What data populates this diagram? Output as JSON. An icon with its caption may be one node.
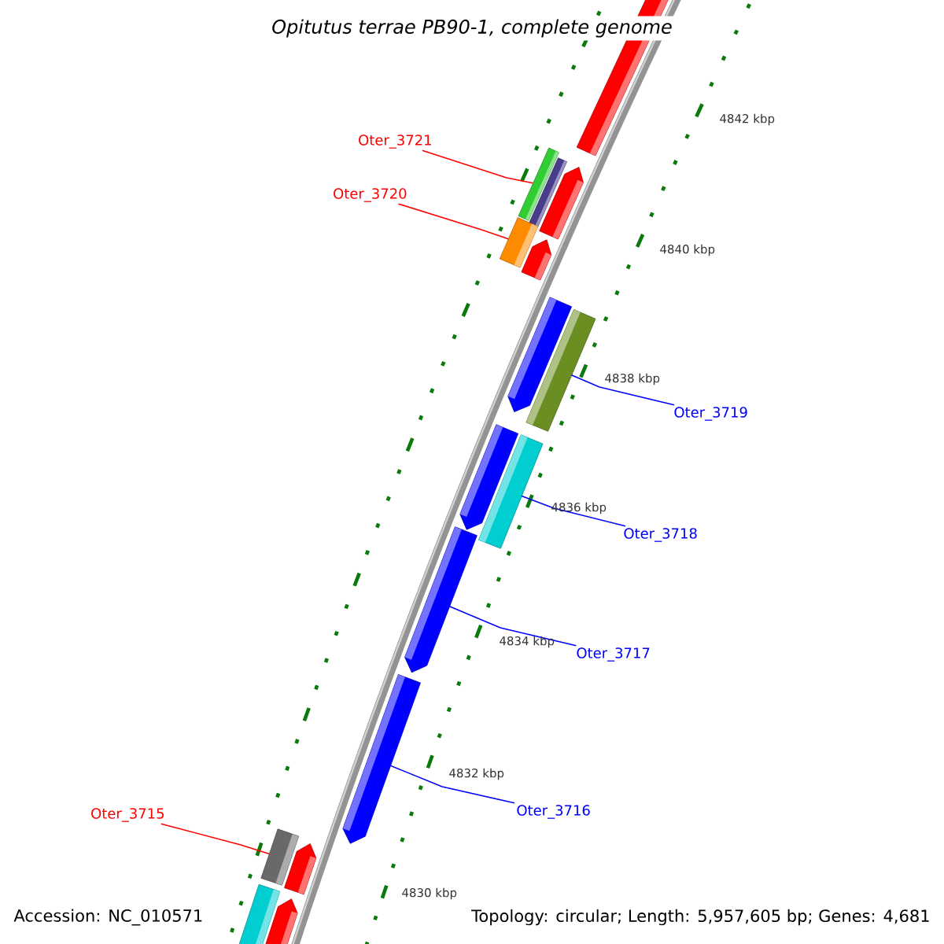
{
  "diagram": {
    "title": "Opitutus terrae PB90-1, complete genome",
    "nodes": [
      {
        "text": [
          "Oter_3721"
        ]
      },
      {
        "text": [
          "Oter_3720"
        ]
      },
      {
        "text": [
          "Oter_3719"
        ]
      },
      {
        "text": [
          "Oter_3718"
        ]
      },
      {
        "text": [
          "Oter_3717"
        ]
      },
      {
        "text": [
          "Oter_3716"
        ]
      },
      {
        "text": [
          "Oter_3715"
        ]
      },
      {
        "text": [],
        "shape": "bar"
      },
      {
        "text": [],
        "shape": "bar"
      },
      {
        "text": [],
        "shape": "bar"
      },
      {
        "text": [],
        "shape": "bar"
      },
      {
        "text": [],
        "shape": "bar"
      },
      {
        "text": [],
        "shape": "bar"
      },
      {
        "text": [],
        "shape": "bar"
      }
    ],
    "edges": [
      {
        "from": 0,
        "to": 7,
        "arrow": "none",
        "color": "#ff0000"
      },
      {
        "from": 1,
        "to": 8,
        "arrow": "none",
        "color": "#ff0000"
      },
      {
        "from": 2,
        "to": 9,
        "arrow": "none"
      },
      {
        "from": 3,
        "to": 10,
        "arrow": "none"
      },
      {
        "from": 4,
        "to": 11,
        "arrow": "none"
      },
      {
        "from": 5,
        "to": 12,
        "arrow": "none"
      },
      {
        "from": 6,
        "to": 13,
        "arrow": "none",
        "color": "#ff0000"
      }
    ],
    "labels": [
      "4842 kbp",
      "4840 kbp",
      "4838 kbp",
      "4836 kbp",
      "4834 kbp",
      "4832 kbp",
      "4830 kbp",
      "Accession: NC_010571",
      "Topology: circular; Length: 5,957,605 bp; Genes: 4,681"
    ]
  }
}
